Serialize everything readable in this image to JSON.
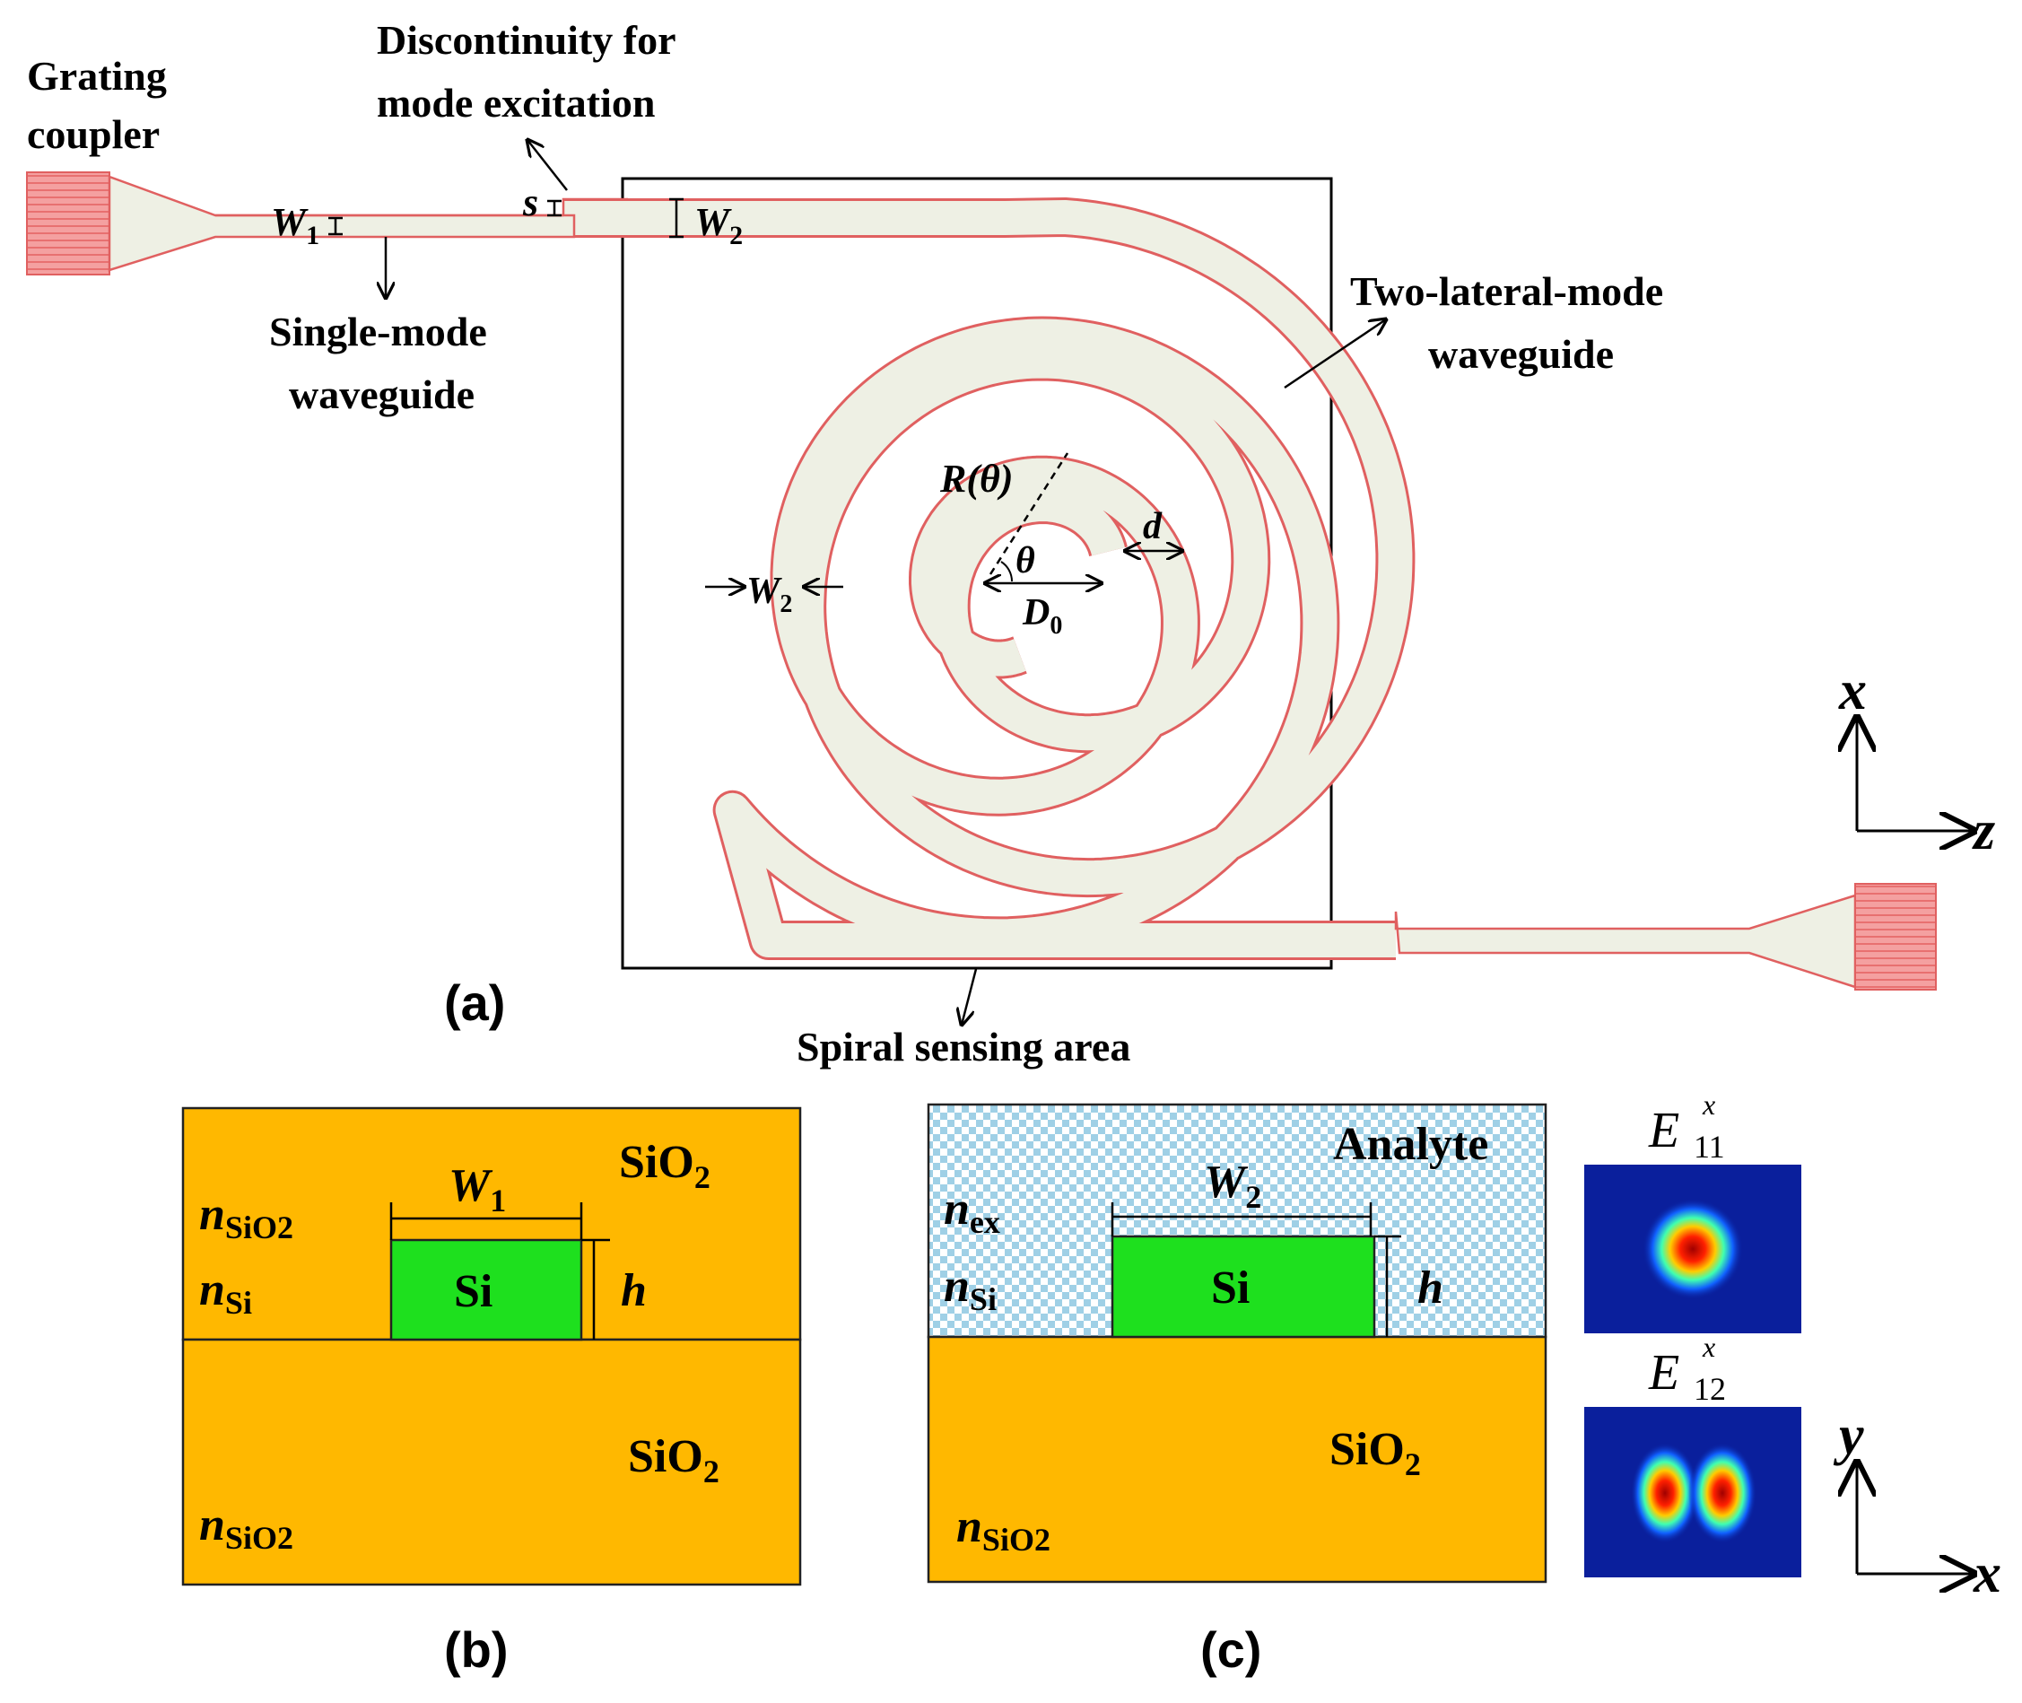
{
  "labels": {
    "grating_coupler_1": "Grating",
    "grating_coupler_2": "coupler",
    "discontinuity_1": "Discontinuity for",
    "discontinuity_2": "mode excitation",
    "two_mode_1": "Two-lateral-mode",
    "two_mode_2": "waveguide",
    "single_mode_1": "Single-mode",
    "single_mode_2": "waveguide",
    "spiral_area": "Spiral sensing area",
    "w1": "W",
    "w1_sub": "1",
    "w2": "W",
    "w2_sub": "2",
    "s": "s",
    "R_theta": "R(θ)",
    "theta": "θ",
    "d": "d",
    "D0": "D",
    "D0_sub": "0",
    "axis_x": "x",
    "axis_z": "z",
    "axis_y": "y"
  },
  "panels": {
    "a": "(a)",
    "b": "(b)",
    "c": "(c)"
  },
  "panel_b": {
    "sio2_top": "SiO",
    "sio2_top_sub": "2",
    "sio2_bottom": "SiO",
    "sio2_bottom_sub": "2",
    "si": "Si",
    "n_label": "n",
    "n_sio2_sub": "SiO2",
    "n_si_sub": "Si",
    "w": "W",
    "w_sub": "1",
    "h": "h"
  },
  "panel_c": {
    "analyte": "Analyte",
    "sio2_bottom": "SiO",
    "sio2_bottom_sub": "2",
    "si": "Si",
    "n_label": "n",
    "n_ex_sub": "ex",
    "n_si_sub": "Si",
    "n_sio2_sub": "SiO2",
    "w": "W",
    "w_sub": "2",
    "h": "h",
    "mode1_E": "E",
    "mode1_sup": "x",
    "mode1_sub": "11",
    "mode2_E": "E",
    "mode2_sup": "x",
    "mode2_sub": "12"
  },
  "colors": {
    "cladding": "#ffb800",
    "silicon": "#1ee01e",
    "analyte": "#cfe8f2",
    "waveguide_fill": "#eef0e4",
    "waveguide_edge": "#e06060",
    "coupler": "#f4a0a0",
    "mode_bg": "#0a1f9c"
  }
}
